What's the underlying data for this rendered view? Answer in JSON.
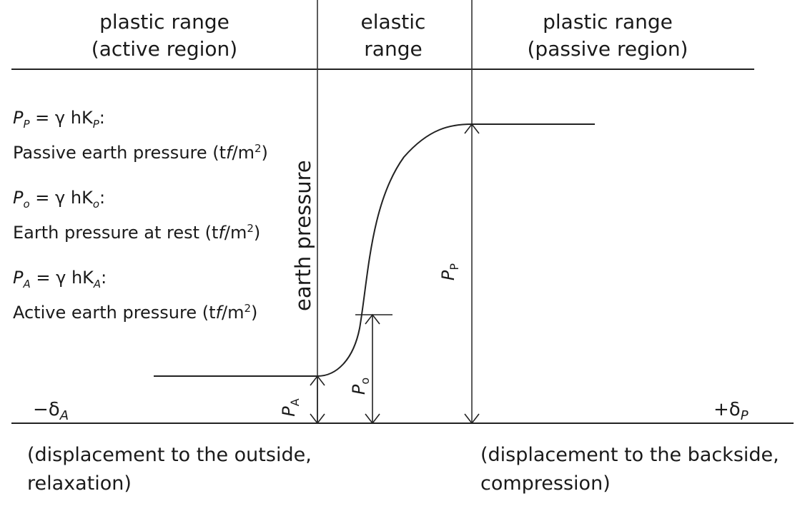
{
  "regions": {
    "active": [
      "plastic range",
      "(active region)"
    ],
    "elastic": [
      "elastic",
      "range"
    ],
    "passive": [
      "plastic range",
      "(passive region)"
    ]
  },
  "definitions": [
    {
      "symbol": "P",
      "sub": "P",
      "formula": " = γ hK",
      "formula_sub": "P",
      "colon": ":",
      "description": "Passive earth pressure (t",
      "unit_f": "f",
      "unit_rest": "/m",
      "unit_sup": "2",
      "close": ")"
    },
    {
      "symbol": "P",
      "sub": "o",
      "formula": " = γ hK",
      "formula_sub": "o",
      "colon": ":",
      "description": "Earth pressure at rest (t",
      "unit_f": "f",
      "unit_rest": "/m",
      "unit_sup": "2",
      "close": ")"
    },
    {
      "symbol": "P",
      "sub": "A",
      "formula": " = γ hK",
      "formula_sub": "A",
      "colon": ":",
      "description": "Active earth pressure (t",
      "unit_f": "f",
      "unit_rest": "/m",
      "unit_sup": "2",
      "close": ")"
    }
  ],
  "y_axis_label": "earth pressure",
  "axis_ends": {
    "left": {
      "main": "−δ",
      "sub": "A"
    },
    "right": {
      "main": "+δ",
      "sub": "P"
    }
  },
  "arrow_labels": {
    "pa": {
      "main": "P",
      "sub": "A"
    },
    "po": {
      "main": "P",
      "sub": "o"
    },
    "pp": {
      "main": "P",
      "sub": "P"
    }
  },
  "notes": {
    "left": [
      "(displacement to the outside,",
      "relaxation)"
    ],
    "right": [
      "(displacement to the backside,",
      "compression)"
    ]
  }
}
